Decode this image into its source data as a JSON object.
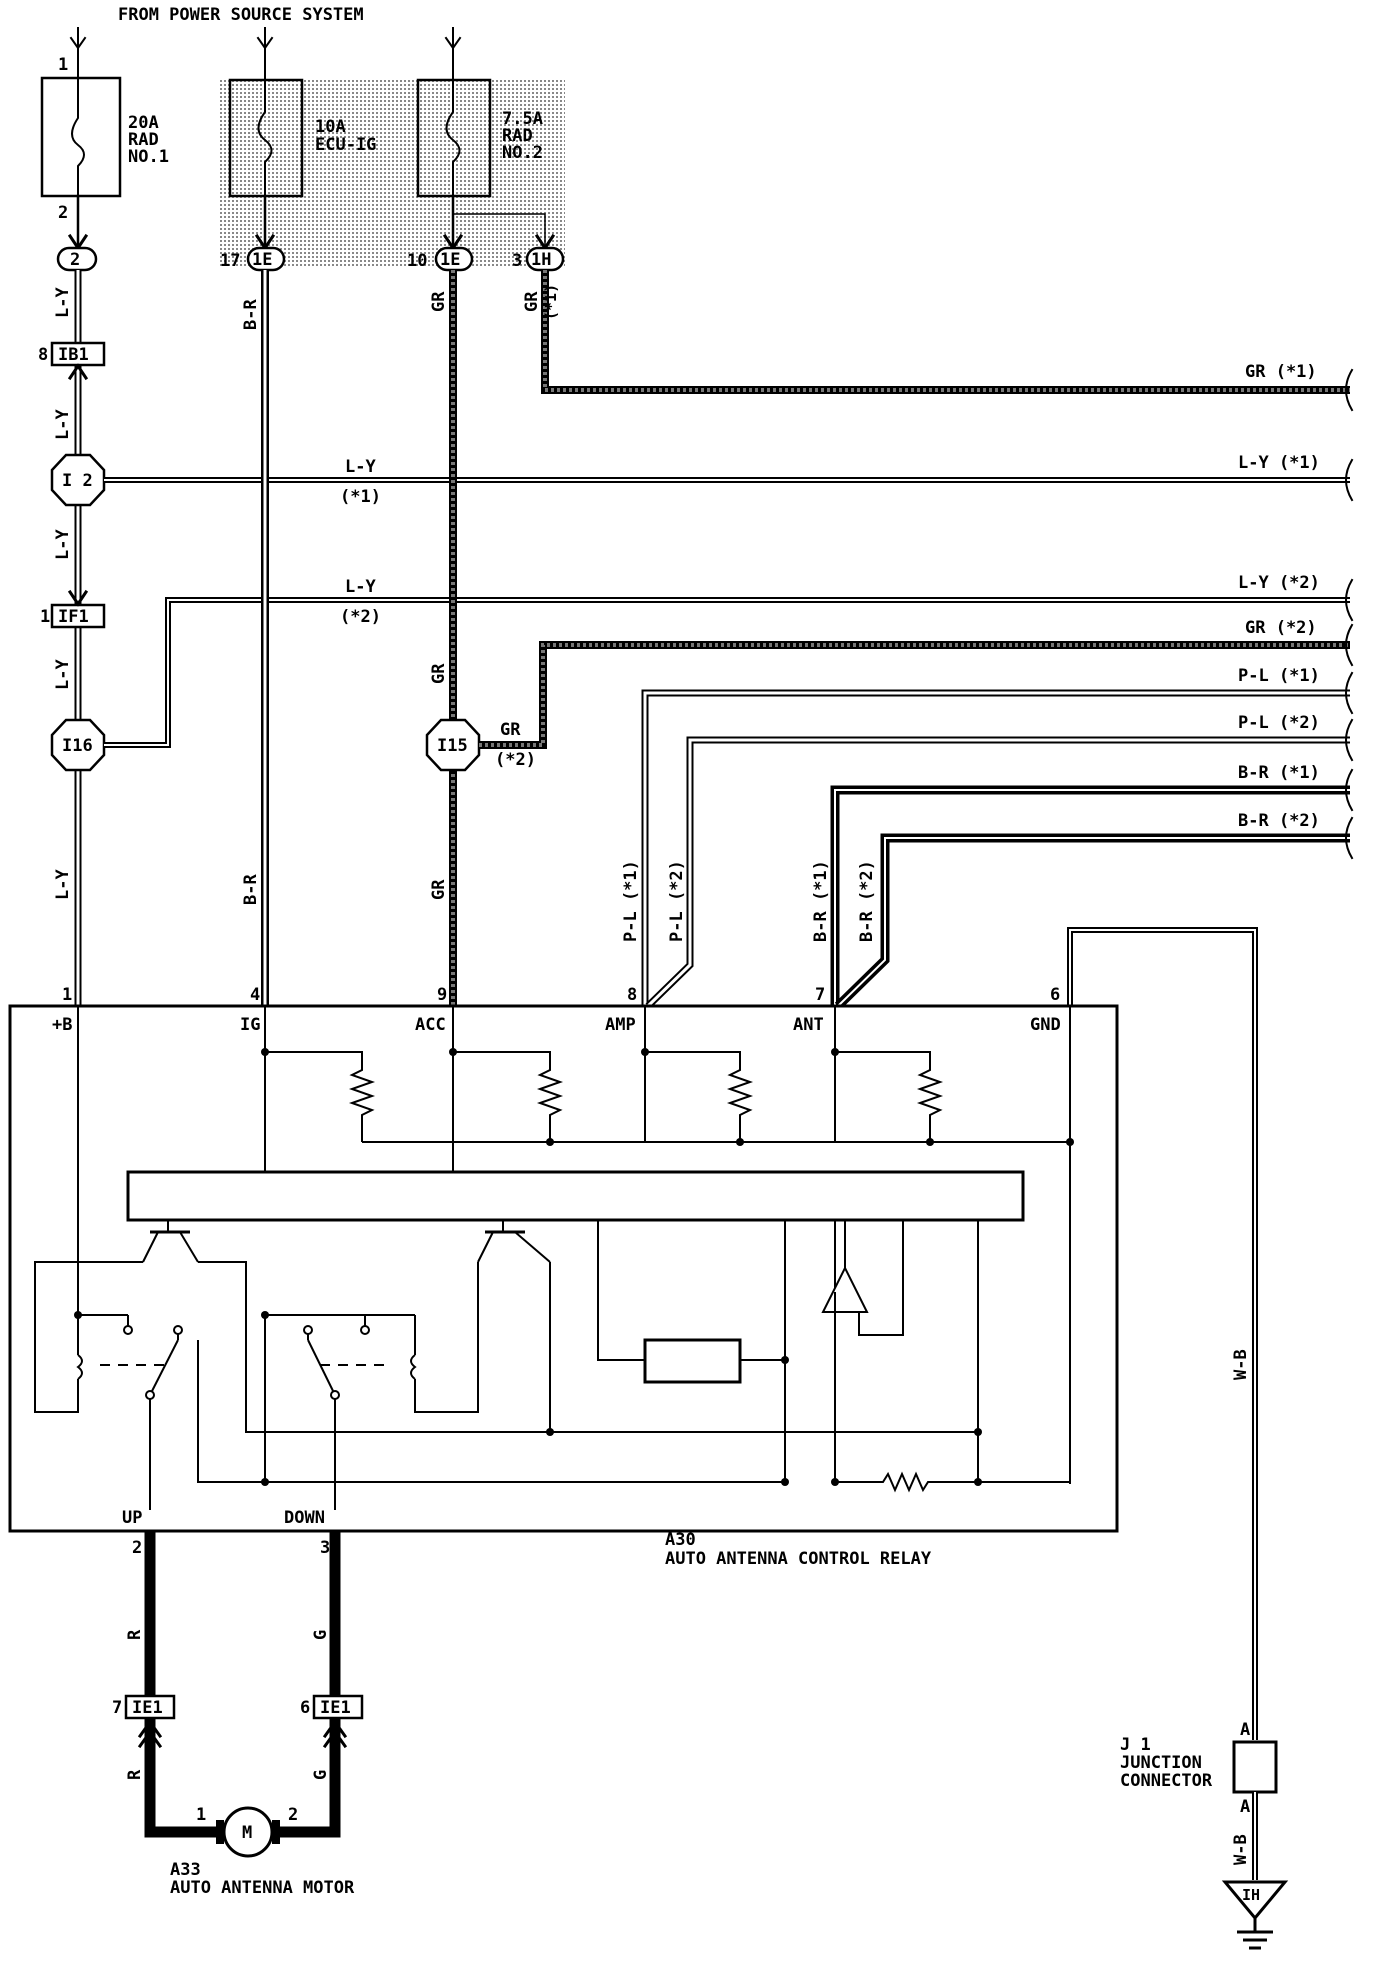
{
  "header": "FROM POWER SOURCE SYSTEM",
  "fuses": [
    {
      "line1": "20A",
      "line2": "RAD",
      "line3": "NO.1",
      "pin_in": "1",
      "pin_out": "2"
    },
    {
      "line1": "10A",
      "line2": "ECU-IG"
    },
    {
      "line1": "7.5A",
      "line2": "RAD",
      "line3": "NO.2"
    }
  ],
  "connectors": {
    "c2": {
      "pin": "",
      "id": "2"
    },
    "c1e_17": {
      "pin": "17",
      "id": "1E"
    },
    "c1e_10": {
      "pin": "10",
      "id": "1E"
    },
    "c1h_3": {
      "pin": "3",
      "id": "1H"
    },
    "ib1": {
      "pin": "8",
      "id": "IB1"
    },
    "i2": {
      "id": "I 2"
    },
    "if1": {
      "pin": "1",
      "id": "IF1"
    },
    "i16": {
      "id": "I16"
    },
    "i15": {
      "id": "I15"
    },
    "ie1_7": {
      "pin": "7",
      "id": "IE1"
    },
    "ie1_6": {
      "pin": "6",
      "id": "IE1"
    },
    "ground": {
      "id": "IH"
    }
  },
  "wires": {
    "ly": "L-Y",
    "br": "B-R",
    "gr": "GR",
    "pl": "P-L",
    "r": "R",
    "g": "G",
    "wb": "W-B",
    "note1": "(*1)",
    "note2": "(*2)",
    "pl1": "P-L (*1)",
    "pl2": "P-L (*2)",
    "br1": "B-R (*1)",
    "br2": "B-R (*2)"
  },
  "right_labels": [
    {
      "text": "GR (*1)"
    },
    {
      "text": "L-Y (*1)"
    },
    {
      "text": "L-Y (*2)"
    },
    {
      "text": "GR (*2)"
    },
    {
      "text": "P-L (*1)"
    },
    {
      "text": "P-L (*2)"
    },
    {
      "text": "B-R (*1)"
    },
    {
      "text": "B-R (*2)"
    }
  ],
  "relay": {
    "code": "A30",
    "name": "AUTO ANTENNA CONTROL RELAY",
    "terminals": [
      {
        "pin": "1",
        "name": "+B"
      },
      {
        "pin": "4",
        "name": "IG"
      },
      {
        "pin": "9",
        "name": "ACC"
      },
      {
        "pin": "8",
        "name": "AMP"
      },
      {
        "pin": "7",
        "name": "ANT"
      },
      {
        "pin": "6",
        "name": "GND"
      }
    ],
    "bottom_terminals": [
      {
        "pin": "2",
        "name": "UP"
      },
      {
        "pin": "3",
        "name": "DOWN"
      }
    ]
  },
  "motor": {
    "code": "A33",
    "name": "AUTO ANTENNA MOTOR",
    "symbol": "M",
    "pin_left": "1",
    "pin_right": "2"
  },
  "junction": {
    "code": "J 1",
    "line1": "JUNCTION",
    "line2": "CONNECTOR",
    "pin_top": "A",
    "pin_bottom": "A"
  }
}
